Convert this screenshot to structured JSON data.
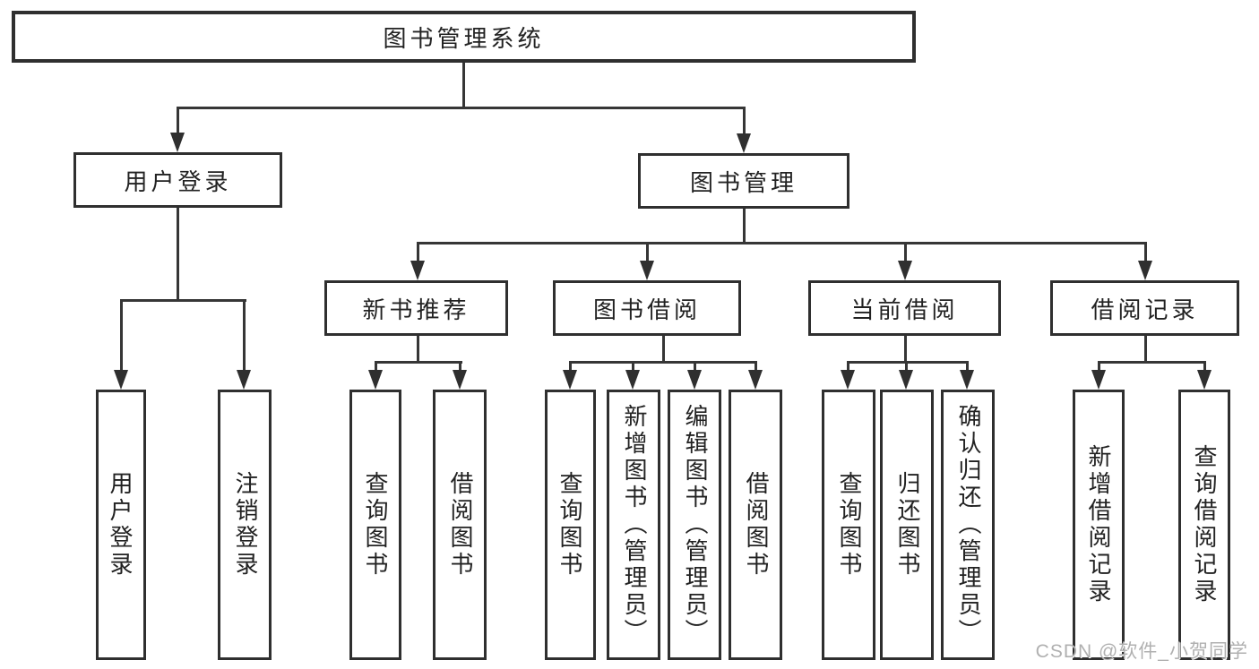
{
  "diagram_title": "图书管理系统",
  "nodes": {
    "root": {
      "label": "图书管理系统"
    },
    "user_login": {
      "label": "用户登录"
    },
    "book_management": {
      "label": "图书管理"
    },
    "login": {
      "label": "用户登录"
    },
    "logout": {
      "label": "注销登录"
    },
    "new_book_recommend": {
      "label": "新书推荐"
    },
    "book_borrow": {
      "label": "图书借阅"
    },
    "current_borrow": {
      "label": "当前借阅"
    },
    "borrow_records": {
      "label": "借阅记录"
    },
    "nb_query_books": {
      "label": "查询图书"
    },
    "nb_borrow_books": {
      "label": "借阅图书"
    },
    "bb_query_books": {
      "label": "查询图书"
    },
    "bb_add_books": {
      "label": "新增图书（管理员）"
    },
    "bb_edit_books": {
      "label": "编辑图书（管理员）"
    },
    "bb_borrow_books": {
      "label": "借阅图书"
    },
    "cb_query_books": {
      "label": "查询图书"
    },
    "cb_return_books": {
      "label": "归还图书"
    },
    "cb_confirm_return": {
      "label": "确认归还（管理员）"
    },
    "br_add_record": {
      "label": "新增借阅记录"
    },
    "br_query_record": {
      "label": "查询借阅记录"
    }
  },
  "watermark": "CSDN @软件_小贺同学",
  "colors": {
    "line": "#363636",
    "border": "#2f2f2f",
    "text": "#222222",
    "watermark": "#b0b0b0"
  }
}
